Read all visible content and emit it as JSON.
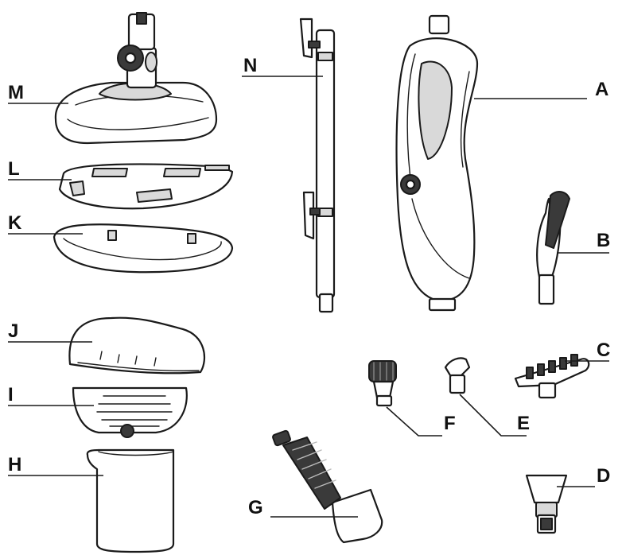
{
  "labels": {
    "A": "A",
    "B": "B",
    "C": "C",
    "D": "D",
    "E": "E",
    "F": "F",
    "G": "G",
    "H": "H",
    "I": "I",
    "J": "J",
    "K": "K",
    "L": "L",
    "M": "M",
    "N": "N"
  },
  "colors": {
    "ink": "#1a1a1a",
    "fill": "#ffffff",
    "shade": "#d9d9d9",
    "dark": "#3a3a3a"
  }
}
